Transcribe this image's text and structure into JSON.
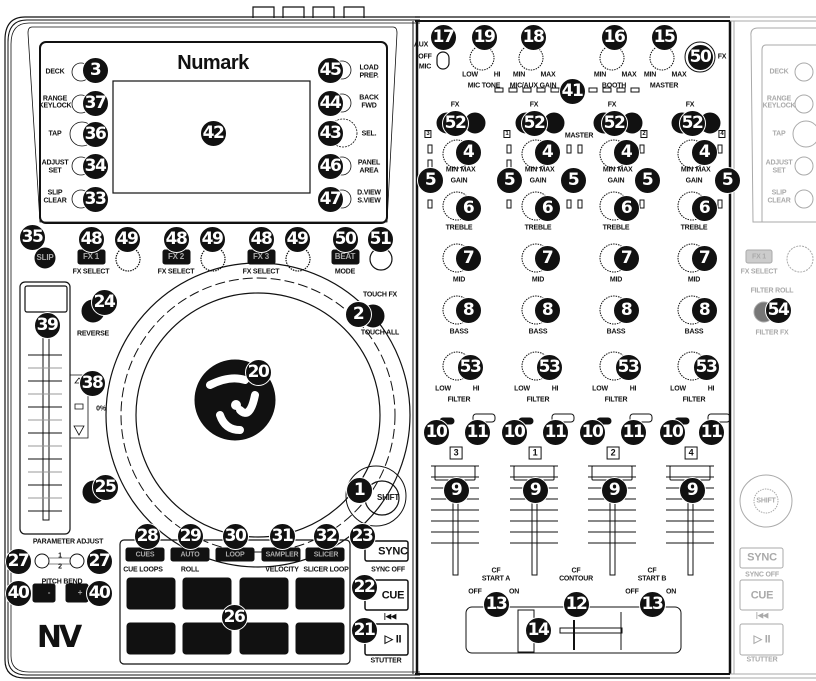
{
  "deck": {
    "brand": "Numark",
    "logo": "NV",
    "labels": [
      "DECK",
      "RANGE",
      "KEYLOCK",
      "TAP",
      "ADJUST",
      "SET",
      "SLIP",
      "CLEAR",
      "LOAD",
      "PREP.",
      "BACK",
      "FWD",
      "SEL.",
      "PANEL",
      "AREA",
      "D.VIEW",
      "S.VIEW",
      "SLIP",
      "FX 1",
      "FX 2",
      "FX 3",
      "BEAT",
      "FX SELECT",
      "FX SELECT",
      "FX SELECT",
      "MODE",
      "TOUCH FX",
      "TOUCH ALL",
      "REVERSE",
      "0%",
      "SHIFT",
      "PARAMETER ADJUST",
      "1",
      "2",
      "PITCH BEND",
      "-",
      "+",
      "CUES",
      "AUTO",
      "LOOP",
      "SAMPLER",
      "SLICER",
      "CUE LOOPS",
      "ROLL",
      "VELOCITY",
      "SLICER LOOP",
      "SYNC",
      "SYNC OFF",
      "CUE",
      "|◀◀",
      "▷ II",
      "STUTTER"
    ]
  },
  "mixer": {
    "labels": [
      "AUX",
      "OFF",
      "MIC",
      "LOW",
      "HI",
      "MIC TONE",
      "MIN",
      "MAX",
      "MIC/AUX GAIN",
      "MIN",
      "MAX",
      "BOOTH",
      "MIN",
      "MAX",
      "MASTER",
      "FX",
      "MASTER",
      "CF",
      "START A",
      "OFF",
      "ON",
      "CF",
      "CONTOUR",
      "CF",
      "START B",
      "OFF",
      "ON"
    ],
    "channels": [
      {
        "number": "3",
        "fx": "FX",
        "gain": "GAIN",
        "treble": "TREBLE",
        "mid": "MID",
        "bass": "BASS",
        "filter": "FILTER",
        "min": "MIN",
        "max": "MAX",
        "low": "LOW",
        "hi": "HI"
      },
      {
        "number": "1",
        "fx": "FX",
        "gain": "GAIN",
        "treble": "TREBLE",
        "mid": "MID",
        "bass": "BASS",
        "filter": "FILTER",
        "min": "MIN",
        "max": "MAX",
        "low": "LOW",
        "hi": "HI"
      },
      {
        "number": "2",
        "fx": "FX",
        "gain": "GAIN",
        "treble": "TREBLE",
        "mid": "MID",
        "bass": "BASS",
        "filter": "FILTER",
        "min": "MIN",
        "max": "MAX",
        "low": "LOW",
        "hi": "HI"
      },
      {
        "number": "4",
        "fx": "FX",
        "gain": "GAIN",
        "treble": "TREBLE",
        "mid": "MID",
        "bass": "BASS",
        "filter": "FILTER",
        "min": "MIN",
        "max": "MAX",
        "low": "LOW",
        "hi": "HI"
      }
    ]
  },
  "right_deck": {
    "labels": [
      "DECK",
      "RANGE",
      "KEYLOCK",
      "TAP",
      "ADJUST",
      "SET",
      "SLIP",
      "CLEAR",
      "FX 1",
      "FX SELECT",
      "FILTER ROLL",
      "FILTER FX",
      "SHIFT",
      "SYNC",
      "SYNC OFF",
      "CUE",
      "|◀◀",
      "▷ II",
      "STUTTER"
    ]
  },
  "callouts": [
    "3",
    "37",
    "36",
    "34",
    "33",
    "42",
    "45",
    "44",
    "43",
    "46",
    "47",
    "35",
    "48",
    "49",
    "48",
    "49",
    "48",
    "49",
    "50",
    "51",
    "24",
    "2",
    "39",
    "38",
    "20",
    "25",
    "1",
    "28",
    "29",
    "30",
    "31",
    "32",
    "23",
    "27",
    "27",
    "40",
    "40",
    "22",
    "26",
    "21",
    "17",
    "19",
    "18",
    "16",
    "15",
    "50",
    "41",
    "52",
    "52",
    "52",
    "52",
    "4",
    "4",
    "4",
    "4",
    "5",
    "5",
    "5",
    "5",
    "5",
    "6",
    "6",
    "6",
    "6",
    "7",
    "7",
    "7",
    "7",
    "8",
    "8",
    "8",
    "8",
    "53",
    "53",
    "53",
    "53",
    "10",
    "11",
    "10",
    "11",
    "10",
    "11",
    "10",
    "11",
    "9",
    "9",
    "9",
    "9",
    "13",
    "12",
    "13",
    "14",
    "54"
  ],
  "colors": {
    "ink": "#111111",
    "faded": "#aaaaaa",
    "paper": "#ffffff"
  }
}
